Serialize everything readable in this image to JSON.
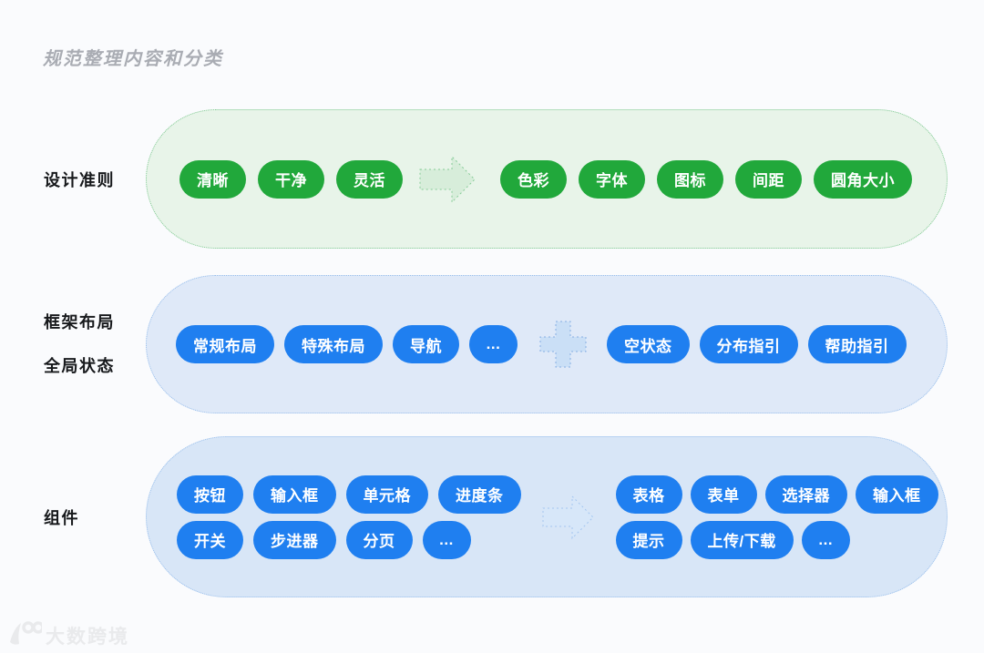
{
  "title": "规范整理内容和分类",
  "watermark": {
    "brand": "大数跨境"
  },
  "colors": {
    "background": "#FAFBFD",
    "title_gray": "#A9ACB3",
    "label_black": "#17191C",
    "green_pill": "#21A83B",
    "green_section_bg": "#E8F4E9",
    "green_section_border": "#7BC88F",
    "blue_pill": "#1F7FF0",
    "blue_section2_bg": "#DFE9F8",
    "blue_section3_bg": "#D8E6F7",
    "blue_section_border": "#97BEEC"
  },
  "sections": [
    {
      "label_lines": [
        "设计准则"
      ],
      "theme": "green",
      "connector": "arrow-right",
      "left_pills": [
        "清晰",
        "干净",
        "灵活"
      ],
      "right_pills": [
        "色彩",
        "字体",
        "图标",
        "间距",
        "圆角大小"
      ]
    },
    {
      "label_lines": [
        "框架布局",
        "全局状态"
      ],
      "theme": "blue",
      "connector": "plus",
      "left_pills": [
        "常规布局",
        "特殊布局",
        "导航",
        "..."
      ],
      "right_pills": [
        "空状态",
        "分布指引",
        "帮助指引"
      ]
    },
    {
      "label_lines": [
        "组件"
      ],
      "theme": "blue",
      "connector": "arrow-right",
      "left_rows": [
        [
          "按钮",
          "输入框",
          "单元格",
          "进度条"
        ],
        [
          "开关",
          "步进器",
          "分页",
          "..."
        ]
      ],
      "right_rows": [
        [
          "表格",
          "表单",
          "选择器",
          "输入框"
        ],
        [
          "提示",
          "上传/下载",
          "..."
        ]
      ]
    }
  ]
}
